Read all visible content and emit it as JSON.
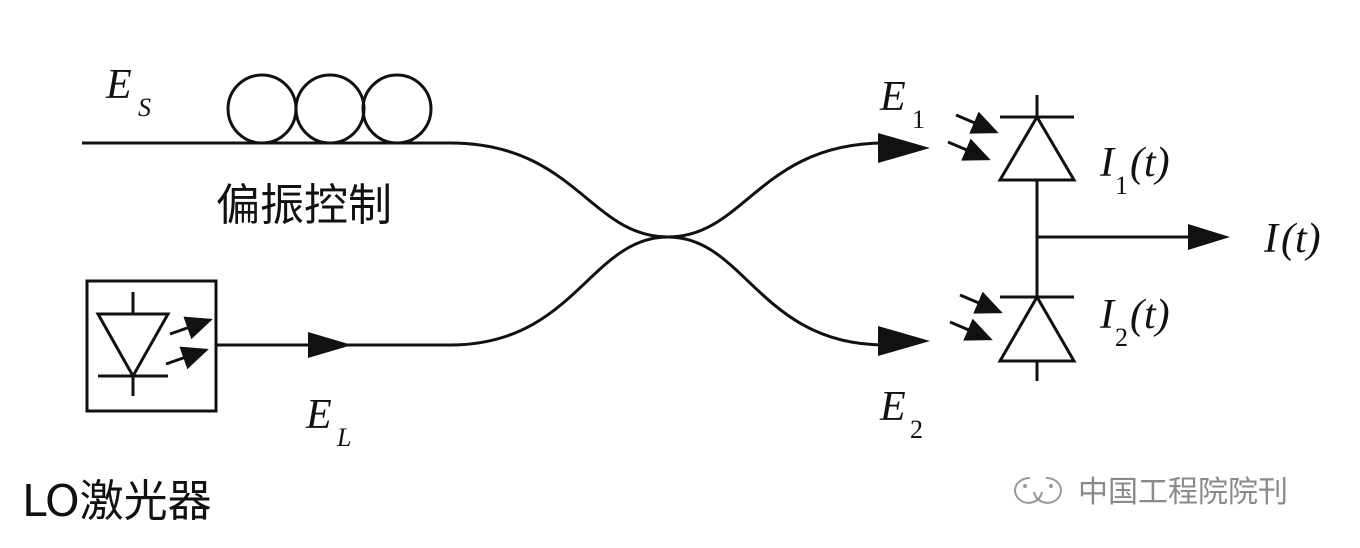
{
  "labels": {
    "es_main": "E",
    "es_sub": "S",
    "el_main": "E",
    "el_sub": "L",
    "e1_main": "E",
    "e1_sub": "1",
    "e2_main": "E",
    "e2_sub": "2",
    "i1_main": "I",
    "i1_sub": "1",
    "i1_arg": "(t)",
    "i2_main": "I",
    "i2_sub": "2",
    "i2_arg": "(t)",
    "i_main": "I",
    "i_arg": "(t)",
    "polarization_control": "偏振控制",
    "lo_laser": "LO激光器"
  },
  "watermark": {
    "text": "中国工程院院刊"
  },
  "colors": {
    "line": "#111111",
    "watermark": "#8a8a8a",
    "background": "#ffffff"
  }
}
